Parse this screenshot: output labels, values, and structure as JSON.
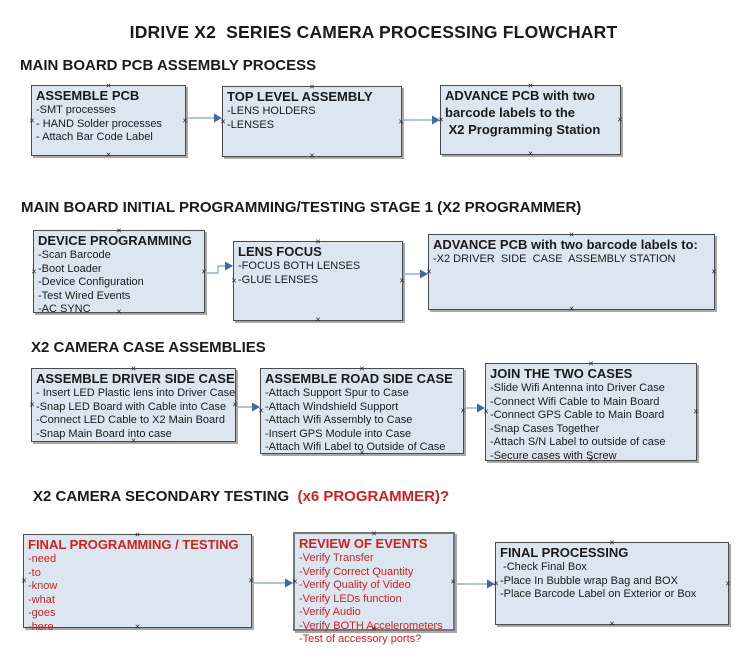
{
  "page_title": "IDRIVE X2  SERIES CAMERA PROCESSING FLOWCHART",
  "glyphs": {
    "anchor": "×"
  },
  "colors": {
    "box_fill": "#dce6f1",
    "box_border": "#4a4a4a",
    "box_shadow": "#a8a8a8",
    "arrow_line": "#93afd4",
    "arrow_head": "#44699f",
    "red_text": "#cc2222"
  },
  "sections": [
    {
      "heading": "MAIN BOARD PCB ASSEMBLY PROCESS",
      "boxes": [
        {
          "title": "ASSEMBLE PCB",
          "items": [
            "-SMT processes",
            "- HAND Solder processes",
            "- Attach Bar Code Label"
          ]
        },
        {
          "title": "TOP LEVEL ASSEMBLY",
          "items": [
            "-LENS HOLDERS",
            "-LENSES"
          ]
        },
        {
          "title": "ADVANCE PCB with two",
          "items": [
            "barcode labels to the",
            " X2 Programming Station"
          ]
        }
      ]
    },
    {
      "heading": "MAIN BOARD INITIAL PROGRAMMING/TESTING STAGE 1 (X2 PROGRAMMER)",
      "boxes": [
        {
          "title": "DEVICE PROGRAMMING",
          "items": [
            "-Scan Barcode",
            "-Boot Loader",
            "-Device Configuration",
            "-Test Wired Events",
            "-AC SYNC"
          ]
        },
        {
          "title": "LENS FOCUS",
          "items": [
            "-FOCUS BOTH LENSES",
            "-GLUE LENSES"
          ]
        },
        {
          "title": "ADVANCE PCB with two barcode labels to:",
          "items": [
            "-X2 DRIVER  SIDE  CASE  ASSEMBLY STATION"
          ]
        }
      ]
    },
    {
      "heading": "X2 CAMERA CASE ASSEMBLIES",
      "boxes": [
        {
          "title": "ASSEMBLE DRIVER SIDE CASE",
          "items": [
            "- Insert LED Plastic lens into Driver Case",
            "-Snap LED Board with Cable into Case",
            "-Connect LED Cable to X2 Main Board",
            "-Snap Main Board into case"
          ]
        },
        {
          "title": "ASSEMBLE ROAD SIDE CASE",
          "items": [
            "-Attach Support Spur to Case",
            "-Attach Windshield Support",
            "-Attach Wifi Assembly to Case",
            "-Insert GPS Module into Case",
            "-Attach Wifi Label to Outside of Case"
          ]
        },
        {
          "title": "JOIN THE TWO CASES",
          "items": [
            "-Slide Wifi Antenna into Driver Case",
            "-Connect Wifi Cable to Main Board",
            "-Connect GPS Cable to Main Board",
            "-Snap Cases Together",
            "-Attach S/N Label to outside of case",
            "-Secure cases with Screw"
          ]
        }
      ]
    },
    {
      "heading": "X2 CAMERA SECONDARY TESTING  ",
      "heading_red": "(x6 PROGRAMMER)?",
      "boxes": [
        {
          "title": "FINAL PROGRAMMING / TESTING",
          "items": [
            "-need",
            "-to",
            "-know",
            "-what",
            "-goes",
            "-here"
          ]
        },
        {
          "title": "REVIEW OF EVENTS",
          "items": [
            "-Verify Transfer",
            "-Verify Correct Quantity",
            "-Verify Quality of Video",
            "-Verify LEDs function",
            "-Verify Audio",
            "-Verify BOTH Accelerometers",
            "-Test of accessory ports?"
          ]
        },
        {
          "title": "FINAL PROCESSING",
          "items": [
            " -Check Final Box",
            "-Place In Bubble wrap Bag and BOX",
            "-Place Barcode Label on Exterior or Box"
          ]
        }
      ]
    }
  ]
}
